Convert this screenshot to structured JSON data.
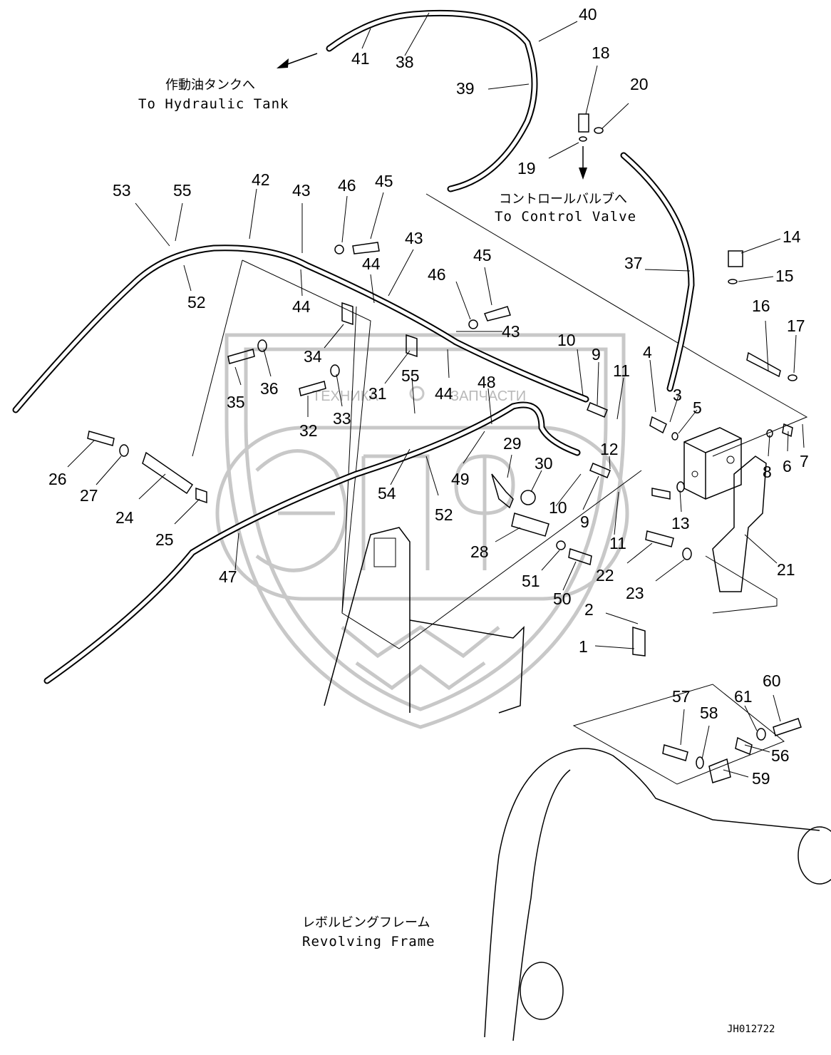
{
  "notes": {
    "hydraulic_tank_jp": "作動油タンクへ",
    "hydraulic_tank_en": "To Hydraulic Tank",
    "control_valve_jp": "コントロールバルブへ",
    "control_valve_en": "To Control Valve",
    "revolving_frame_jp": "レボルビングフレーム",
    "revolving_frame_en": "Revolving Frame"
  },
  "watermark": {
    "left": "ТЕХНИКА",
    "right": "ЗАПЧАСТИ",
    "logo": "ЭПФ"
  },
  "drawing_id": "JH012722",
  "callouts": [
    "40",
    "41",
    "38",
    "39",
    "18",
    "20",
    "19",
    "53",
    "55",
    "42",
    "43",
    "46",
    "45",
    "52",
    "44",
    "43",
    "44",
    "45",
    "46",
    "43",
    "14",
    "37",
    "15",
    "16",
    "17",
    "10",
    "9",
    "11",
    "4",
    "3",
    "5",
    "8",
    "6",
    "7",
    "34",
    "35",
    "36",
    "32",
    "33",
    "31",
    "55",
    "44",
    "48",
    "12",
    "29",
    "30",
    "26",
    "27",
    "24",
    "25",
    "54",
    "52",
    "49",
    "10",
    "9",
    "11",
    "13",
    "28",
    "47",
    "51",
    "50",
    "22",
    "23",
    "21",
    "2",
    "1",
    "57",
    "58",
    "61",
    "60",
    "56",
    "59"
  ]
}
